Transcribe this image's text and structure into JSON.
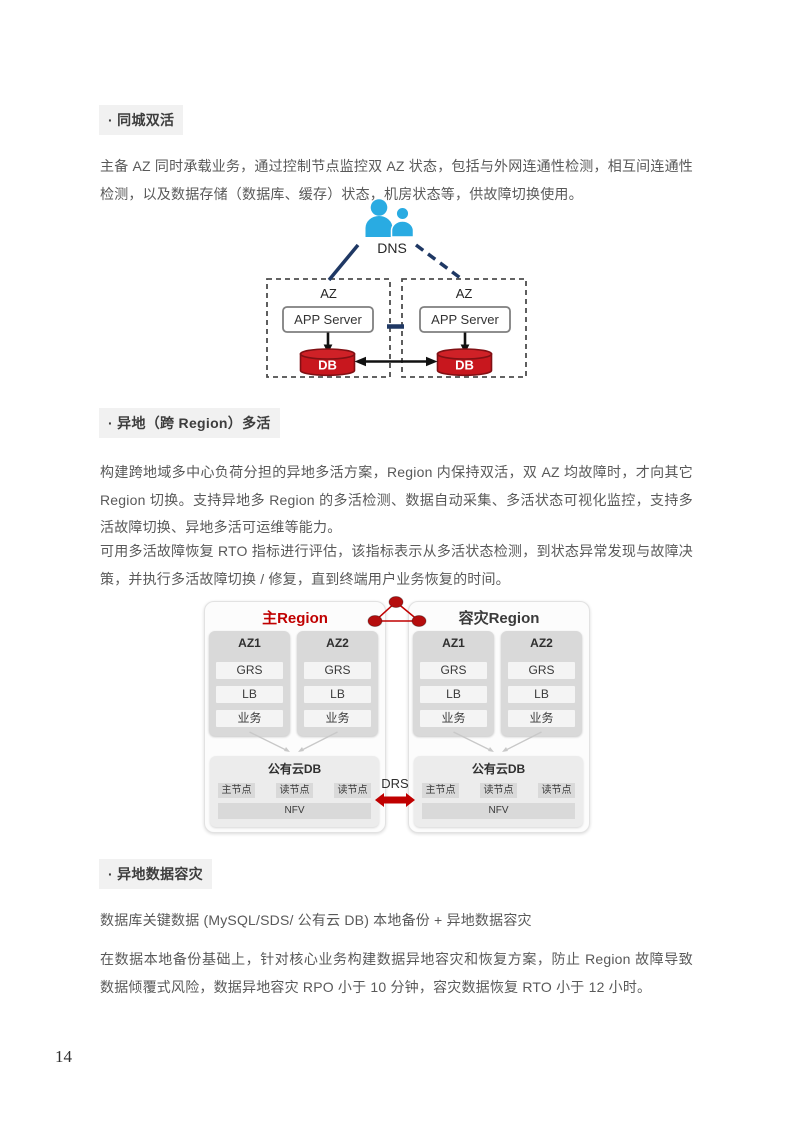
{
  "page_number": "14",
  "sections": [
    {
      "heading": "· 同城双活",
      "paragraphs": [
        "主备 AZ 同时承载业务，通过控制节点监控双 AZ 状态，包括与外网连通性检测，相互间连通性检测，以及数据存储（数据库、缓存）状态，机房状态等，供故障切换使用。"
      ]
    },
    {
      "heading": "· 异地（跨 Region）多活",
      "paragraphs": [
        "构建跨地域多中心负荷分担的异地多活方案，Region 内保持双活，双 AZ 均故障时，才向其它 Region 切换。支持异地多 Region 的多活检测、数据自动采集、多活状态可视化监控，支持多活故障切换、异地多活可运维等能力。",
        "可用多活故障恢复 RTO 指标进行评估，该指标表示从多活状态检测，到状态异常发现与故障决策，并执行多活故障切换 / 修复，直到终端用户业务恢复的时间。"
      ]
    },
    {
      "heading": "· 异地数据容灾",
      "paragraphs": [
        "数据库关键数据 (MySQL/SDS/ 公有云 DB) 本地备份 + 异地数据容灾",
        "在数据本地备份基础上，针对核心业务构建数据异地容灾和恢复方案，防止 Region 故障导致数据倾覆式风险，数据异地容灾 RPO 小于 10 分钟，容灾数据恢复 RTO 小于 12 小时。"
      ]
    }
  ],
  "dns_diagram": {
    "dns": "DNS",
    "az": "AZ",
    "app_server": "APP Server",
    "db": "DB"
  },
  "region_diagram": {
    "primary_title": "主Region",
    "dr_title": "容灾Region",
    "az_headers": [
      "AZ1",
      "AZ2"
    ],
    "az_items": [
      "GRS",
      "LB",
      "业务"
    ],
    "db_title": "公有云DB",
    "db_nodes": [
      "主节点",
      "读节点",
      "读节点"
    ],
    "nfv": "NFV",
    "drs": "DRS"
  },
  "colors": {
    "accent_red": "#c00000",
    "user_icon_cyan": "#29abe2",
    "dns_line_navy": "#1f3864",
    "db_red": "#c8171e",
    "heading_bg": "#f1f1f1",
    "body_text": "#595959"
  }
}
